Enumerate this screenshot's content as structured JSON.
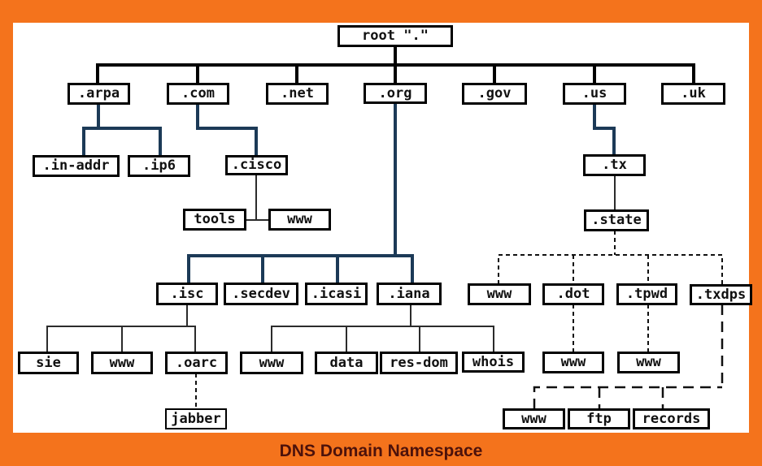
{
  "caption": "DNS Domain Namespace",
  "colors": {
    "border_orange": "#f4731c",
    "line_black": "#000000",
    "line_navy": "#1c3a57",
    "line_thin": "#2b2b2b",
    "caption_text": "#4d120b",
    "box_bg": "#ffffff"
  },
  "nodes": {
    "root": "root \".\"",
    "arpa": ".arpa",
    "com": ".com",
    "net": ".net",
    "org": ".org",
    "gov": ".gov",
    "us": ".us",
    "uk": ".uk",
    "in_addr": ".in-addr",
    "ip6": ".ip6",
    "cisco": ".cisco",
    "tx": ".tx",
    "tools": "tools",
    "www_cisco": "www",
    "state": ".state",
    "isc": ".isc",
    "secdev": ".secdev",
    "icasi": ".icasi",
    "iana": ".iana",
    "www_state": "www",
    "dot": ".dot",
    "tpwd": ".tpwd",
    "txdps": ".txdps",
    "sie": "sie",
    "www_isc": "www",
    "oarc": ".oarc",
    "www_iana": "www",
    "data": "data",
    "res_dom": "res-dom",
    "whois": "whois",
    "www_dot": "www",
    "www_tpwd": "www",
    "jabber": "jabber",
    "www_txdps": "www",
    "ftp": "ftp",
    "records": "records"
  },
  "edges": [
    {
      "from": "root",
      "to": "arpa",
      "style": "solid-thick-black"
    },
    {
      "from": "root",
      "to": "com",
      "style": "solid-thick-black"
    },
    {
      "from": "root",
      "to": "net",
      "style": "solid-thick-black"
    },
    {
      "from": "root",
      "to": "org",
      "style": "solid-thick-black"
    },
    {
      "from": "root",
      "to": "gov",
      "style": "solid-thick-black"
    },
    {
      "from": "root",
      "to": "us",
      "style": "solid-thick-black"
    },
    {
      "from": "root",
      "to": "uk",
      "style": "solid-thick-black"
    },
    {
      "from": "arpa",
      "to": "in_addr",
      "style": "solid-thick-navy"
    },
    {
      "from": "arpa",
      "to": "ip6",
      "style": "solid-thick-navy"
    },
    {
      "from": "com",
      "to": "cisco",
      "style": "solid-thick-navy"
    },
    {
      "from": "org",
      "to": "isc",
      "style": "solid-thick-navy"
    },
    {
      "from": "org",
      "to": "secdev",
      "style": "solid-thick-navy"
    },
    {
      "from": "org",
      "to": "icasi",
      "style": "solid-thick-navy"
    },
    {
      "from": "org",
      "to": "iana",
      "style": "solid-thick-navy"
    },
    {
      "from": "us",
      "to": "tx",
      "style": "solid-thick-navy"
    },
    {
      "from": "cisco",
      "to": "tools",
      "style": "solid-thin"
    },
    {
      "from": "cisco",
      "to": "www_cisco",
      "style": "solid-thin"
    },
    {
      "from": "tx",
      "to": "state",
      "style": "solid-thin"
    },
    {
      "from": "isc",
      "to": "sie",
      "style": "solid-thin"
    },
    {
      "from": "isc",
      "to": "www_isc",
      "style": "solid-thin"
    },
    {
      "from": "isc",
      "to": "oarc",
      "style": "solid-thin"
    },
    {
      "from": "iana",
      "to": "www_iana",
      "style": "solid-thin"
    },
    {
      "from": "iana",
      "to": "data",
      "style": "solid-thin"
    },
    {
      "from": "iana",
      "to": "res_dom",
      "style": "solid-thin"
    },
    {
      "from": "iana",
      "to": "whois",
      "style": "solid-thin"
    },
    {
      "from": "oarc",
      "to": "jabber",
      "style": "dashed"
    },
    {
      "from": "state",
      "to": "www_state",
      "style": "dashed"
    },
    {
      "from": "state",
      "to": "dot",
      "style": "dashed"
    },
    {
      "from": "state",
      "to": "tpwd",
      "style": "dashed"
    },
    {
      "from": "state",
      "to": "txdps",
      "style": "dashed"
    },
    {
      "from": "dot",
      "to": "www_dot",
      "style": "dashed"
    },
    {
      "from": "tpwd",
      "to": "www_tpwd",
      "style": "dashed"
    },
    {
      "from": "txdps",
      "to": "www_txdps",
      "style": "long-dashed"
    },
    {
      "from": "txdps",
      "to": "ftp",
      "style": "long-dashed"
    },
    {
      "from": "txdps",
      "to": "records",
      "style": "long-dashed"
    }
  ]
}
